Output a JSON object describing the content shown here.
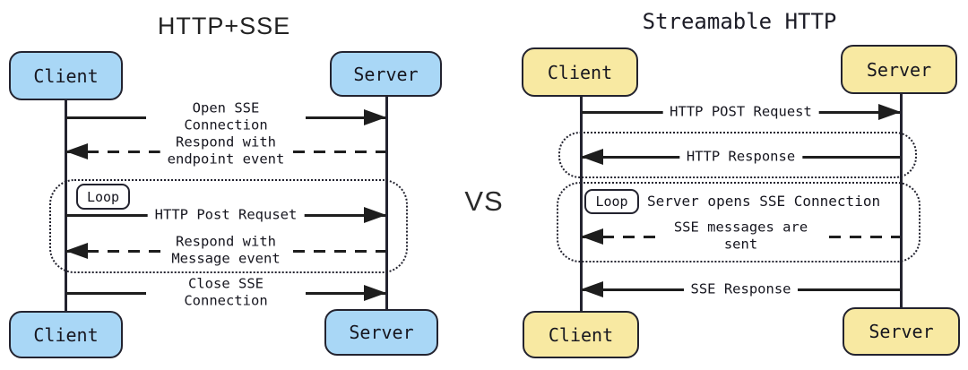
{
  "vs_label": "VS",
  "colors": {
    "left_actor_fill": "#a9d7f6",
    "right_actor_fill": "#f8e9a2",
    "outline": "#23232f",
    "line": "#1e1e1e",
    "background": "#ffffff"
  },
  "left_diagram": {
    "title": "HTTP+SSE",
    "actors": {
      "client": "Client",
      "server": "Server"
    },
    "loop_label": "Loop",
    "messages": [
      {
        "label": "Open SSE Connection",
        "style": "solid",
        "direction": "right"
      },
      {
        "label": "Respond with\nendpoint event",
        "style": "dashed",
        "direction": "left"
      },
      {
        "label": "HTTP Post Requset",
        "style": "solid",
        "direction": "right"
      },
      {
        "label": "Respond with\nMessage event",
        "style": "dashed",
        "direction": "left"
      },
      {
        "label": "Close SSE Connection",
        "style": "solid",
        "direction": "right"
      }
    ]
  },
  "right_diagram": {
    "title": "Streamable HTTP",
    "actors": {
      "client": "Client",
      "server": "Server"
    },
    "loop_label": "Loop",
    "loop_title": "Server opens SSE Connection",
    "messages": [
      {
        "label": "HTTP POST Request",
        "style": "solid",
        "direction": "right"
      },
      {
        "label": "HTTP Response",
        "style": "solid",
        "direction": "left"
      },
      {
        "label": "SSE messages are sent",
        "style": "dashed",
        "direction": "left"
      },
      {
        "label": "SSE Response",
        "style": "solid",
        "direction": "left"
      }
    ]
  }
}
